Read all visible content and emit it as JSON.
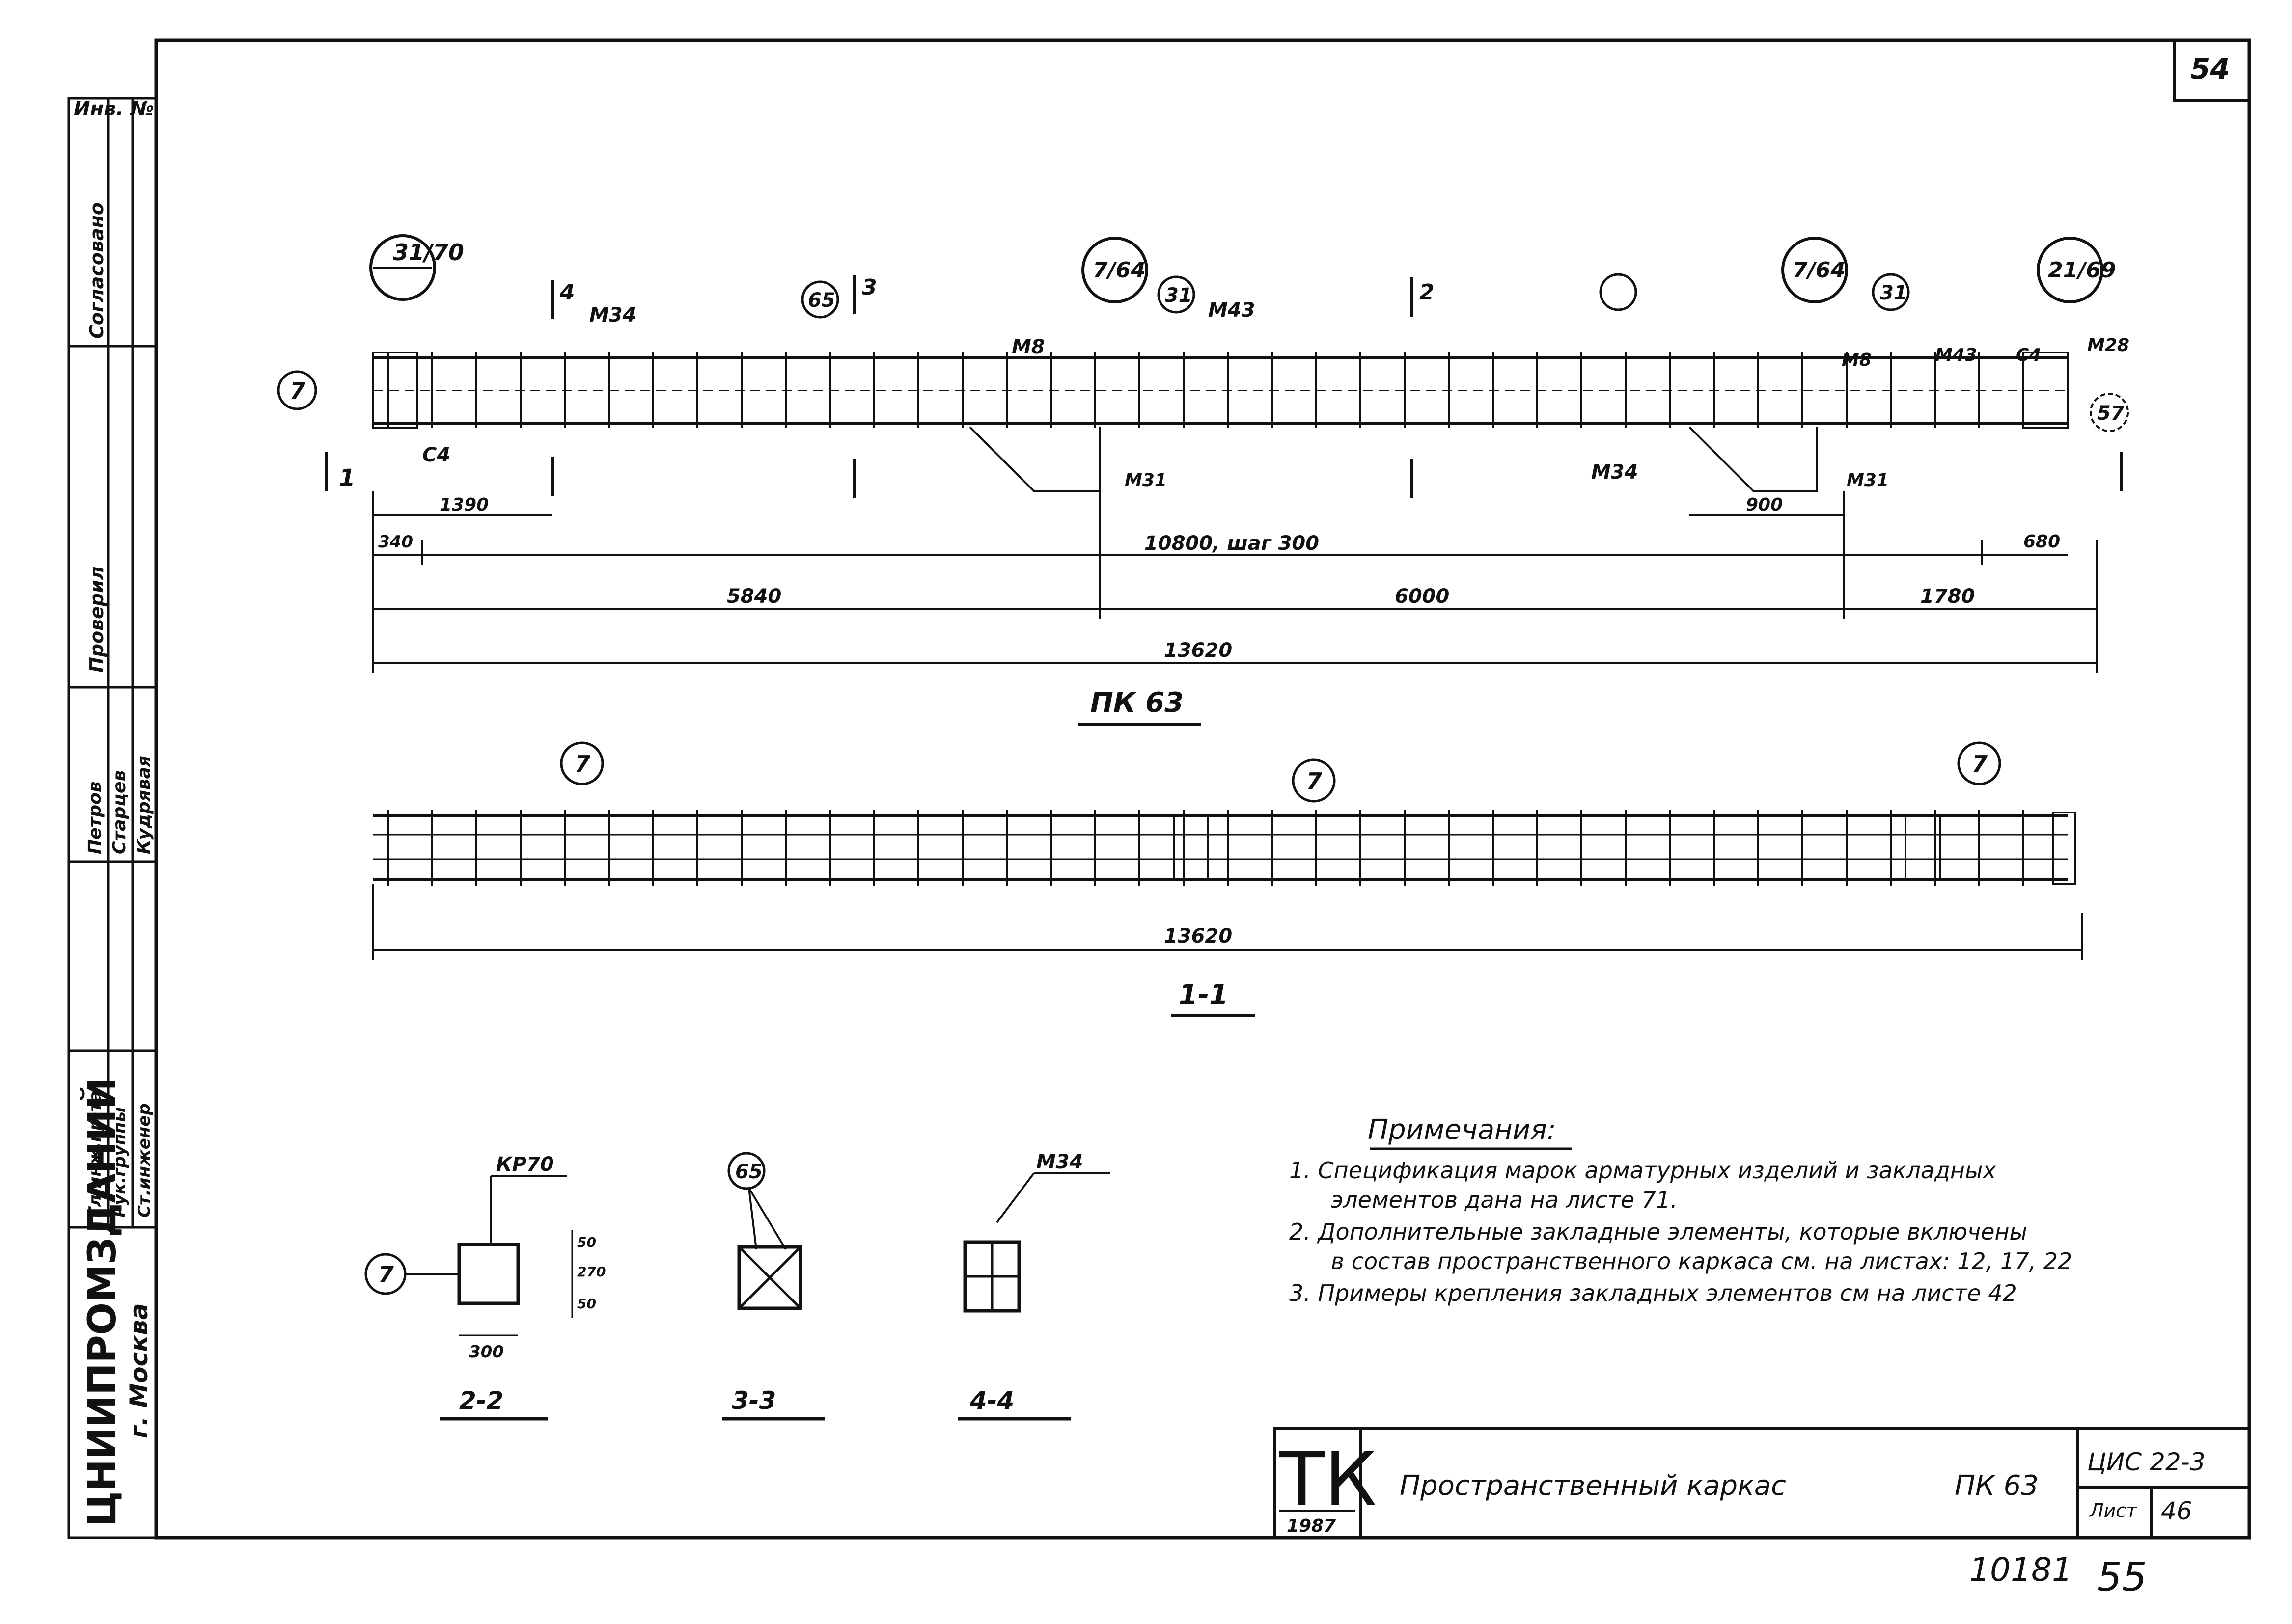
{
  "sheet": {
    "number": "54",
    "bottom_number": "10181",
    "bottom_page": "55"
  },
  "left_stamp": {
    "inv": "Инв. №",
    "agreed": "Согласовано",
    "checked": "Проверил",
    "roles": [
      "Гл.инж.пр-та",
      "Рук.группы",
      "Ст.инженер"
    ],
    "names": [
      "Петров",
      "Старцев",
      "Кудрявая"
    ],
    "org": "ЦНИИПРОМЗДАНИЙ",
    "city": "г. Москва"
  },
  "main_view": {
    "callouts": [
      "31/70",
      "7/64",
      "7/64",
      "21/69",
      "65",
      "31",
      "31",
      "7",
      "57"
    ],
    "labels": [
      "М34",
      "М8",
      "М43",
      "М8",
      "М43",
      "С4",
      "М28",
      "М31",
      "М34",
      "М31",
      "С4"
    ],
    "section_marks": [
      "4",
      "3",
      "2",
      "1"
    ],
    "dims": [
      "340",
      "10800, шаг 300",
      "680",
      "1390",
      "900",
      "5840",
      "6000",
      "1780",
      "13620"
    ],
    "caption": "ПК 63"
  },
  "view_1_1": {
    "callouts": [
      "7",
      "7",
      "7"
    ],
    "dims": [
      "13620"
    ],
    "caption": "1-1"
  },
  "sections": [
    {
      "caption": "2-2",
      "callout": "7",
      "label": "КР70",
      "dims": [
        "50",
        "270",
        "50",
        "300"
      ]
    },
    {
      "caption": "3-3",
      "callout": "65"
    },
    {
      "caption": "4-4",
      "label": "М34"
    }
  ],
  "notes": {
    "title": "Примечания:",
    "items": [
      "1. Спецификация марок арматурных изделий и закладных",
      "элементов дана на листе 71.",
      "2. Дополнительные закладные элементы, которые включены",
      "в состав пространственного каркаса см. на листах: 12, 17, 22",
      "3. Примеры крепления закладных элементов см на листе 42"
    ]
  },
  "title_block": {
    "logo": "ТК",
    "year": "1987",
    "title": "Пространственный каркас",
    "mark": "ПК 63",
    "series": "ЦИС 22-3",
    "sheet_label": "Лист",
    "sheet_no": "46"
  }
}
